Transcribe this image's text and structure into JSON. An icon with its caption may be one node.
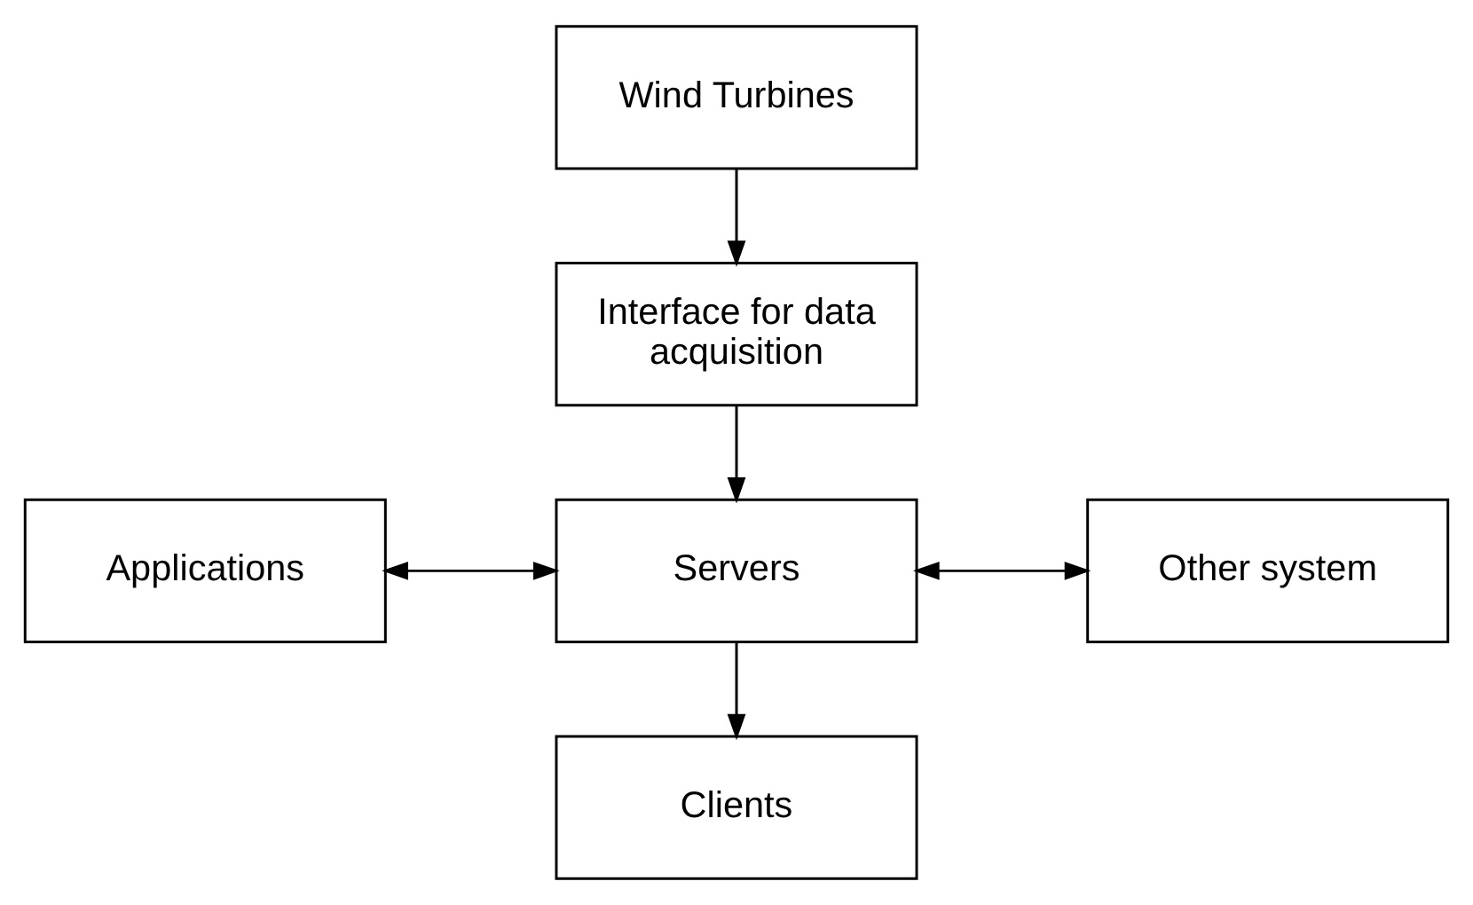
{
  "diagram": {
    "nodes": [
      {
        "text": [
          "Wind Turbines"
        ]
      },
      {
        "text": [
          "Interface for data acquisition"
        ]
      },
      {
        "text": [
          "Applications"
        ]
      },
      {
        "text": [
          "Servers"
        ]
      },
      {
        "text": [
          "Other system"
        ]
      },
      {
        "text": [
          "Clients"
        ]
      }
    ],
    "edges": [
      {
        "from": 0,
        "to": 1,
        "arrow": "to"
      },
      {
        "from": 1,
        "to": 3,
        "arrow": "to"
      },
      {
        "from": 2,
        "to": 3,
        "arrow": "both"
      },
      {
        "from": 3,
        "to": 4,
        "arrow": "both"
      },
      {
        "from": 3,
        "to": 5,
        "arrow": "to"
      }
    ]
  }
}
